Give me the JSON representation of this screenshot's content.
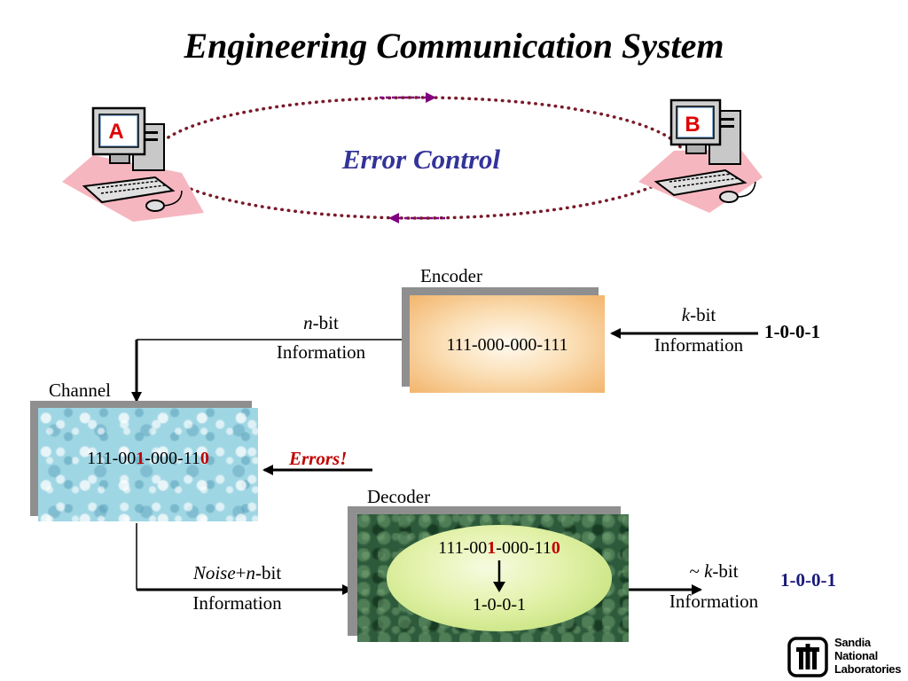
{
  "title": "Engineering Communication System",
  "top": {
    "computer_a_label": "A",
    "computer_b_label": "B",
    "center_label": "Error Control"
  },
  "encoder": {
    "label": "Encoder",
    "code": "111-000-000-111",
    "input_label_1_var": "k",
    "input_label_1_rest": "-bit",
    "input_label_2": "Information",
    "input_bits": "1-0-0-1",
    "output_label_1_var": "n",
    "output_label_1_rest": "-bit",
    "output_label_2": "Information"
  },
  "channel": {
    "label": "Channel",
    "code_part1": "111-00",
    "code_err1": "1",
    "code_part2": "-000-11",
    "code_err2": "0",
    "errors_label": "Errors!"
  },
  "decoder": {
    "label": "Decoder",
    "code_part1": "111-00",
    "code_err1": "1",
    "code_part2": "-000-11",
    "code_err2": "0",
    "decoded": "1-0-0-1",
    "input_label_1_italic": "Noise",
    "input_label_1_plus": "+",
    "input_label_1_var": "n",
    "input_label_1_rest": "-bit",
    "input_label_2": "Information",
    "output_label_1_prefix": "~ ",
    "output_label_1_var": "k",
    "output_label_1_rest": "-bit",
    "output_label_2": "Information",
    "output_bits": "1-0-0-1"
  },
  "logo": {
    "line1": "Sandia",
    "line2": "National",
    "line3": "Laboratories"
  },
  "colors": {
    "title_text": "#000000",
    "error_control_text": "#33339a",
    "error_highlight": "#c00000",
    "dotted_path": "#7a1a2a",
    "arrow_purple": "#800080",
    "encoder_fill": "#f2b56c",
    "channel_fill": "#9fd6e4",
    "decoder_fill": "#2d5a3a",
    "decoder_ellipse": "#d8ee98",
    "output_bits": "#1a1a7a"
  }
}
